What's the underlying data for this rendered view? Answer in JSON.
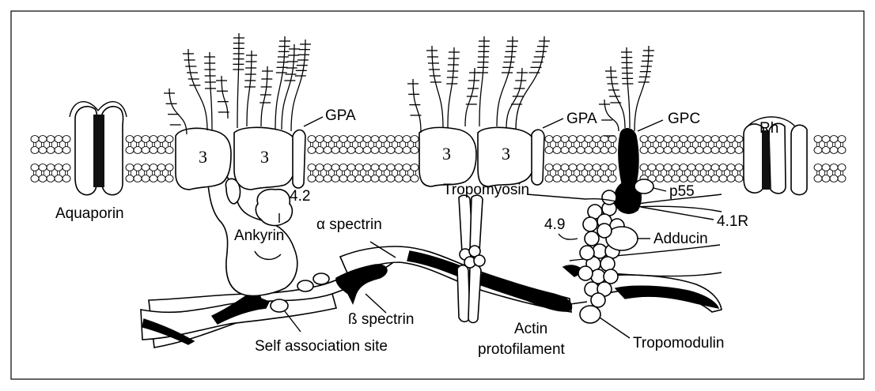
{
  "labels": {
    "aquaporin": "Aquaporin",
    "gpa_left": "GPA",
    "gpa_right": "GPA",
    "gpc": "GPC",
    "rh": "Rh",
    "band3_1": "3",
    "band3_2": "3",
    "band3_3": "3",
    "band3_4": "3",
    "protein_4_2": "4.2",
    "ankyrin": "Ankyrin",
    "alpha_spectrin": "α spectrin",
    "beta_spectrin": "ß spectrin",
    "self_association_site": "Self association site",
    "tropomyosin": "Tropomyosin",
    "p55": "p55",
    "protein_4_1r": "4.1R",
    "protein_4_9": "4.9",
    "adducin": "Adducin",
    "actin_protofilament_line1": "Actin",
    "actin_protofilament_line2": "protofilament",
    "tropomodulin": "Tropomodulin"
  }
}
